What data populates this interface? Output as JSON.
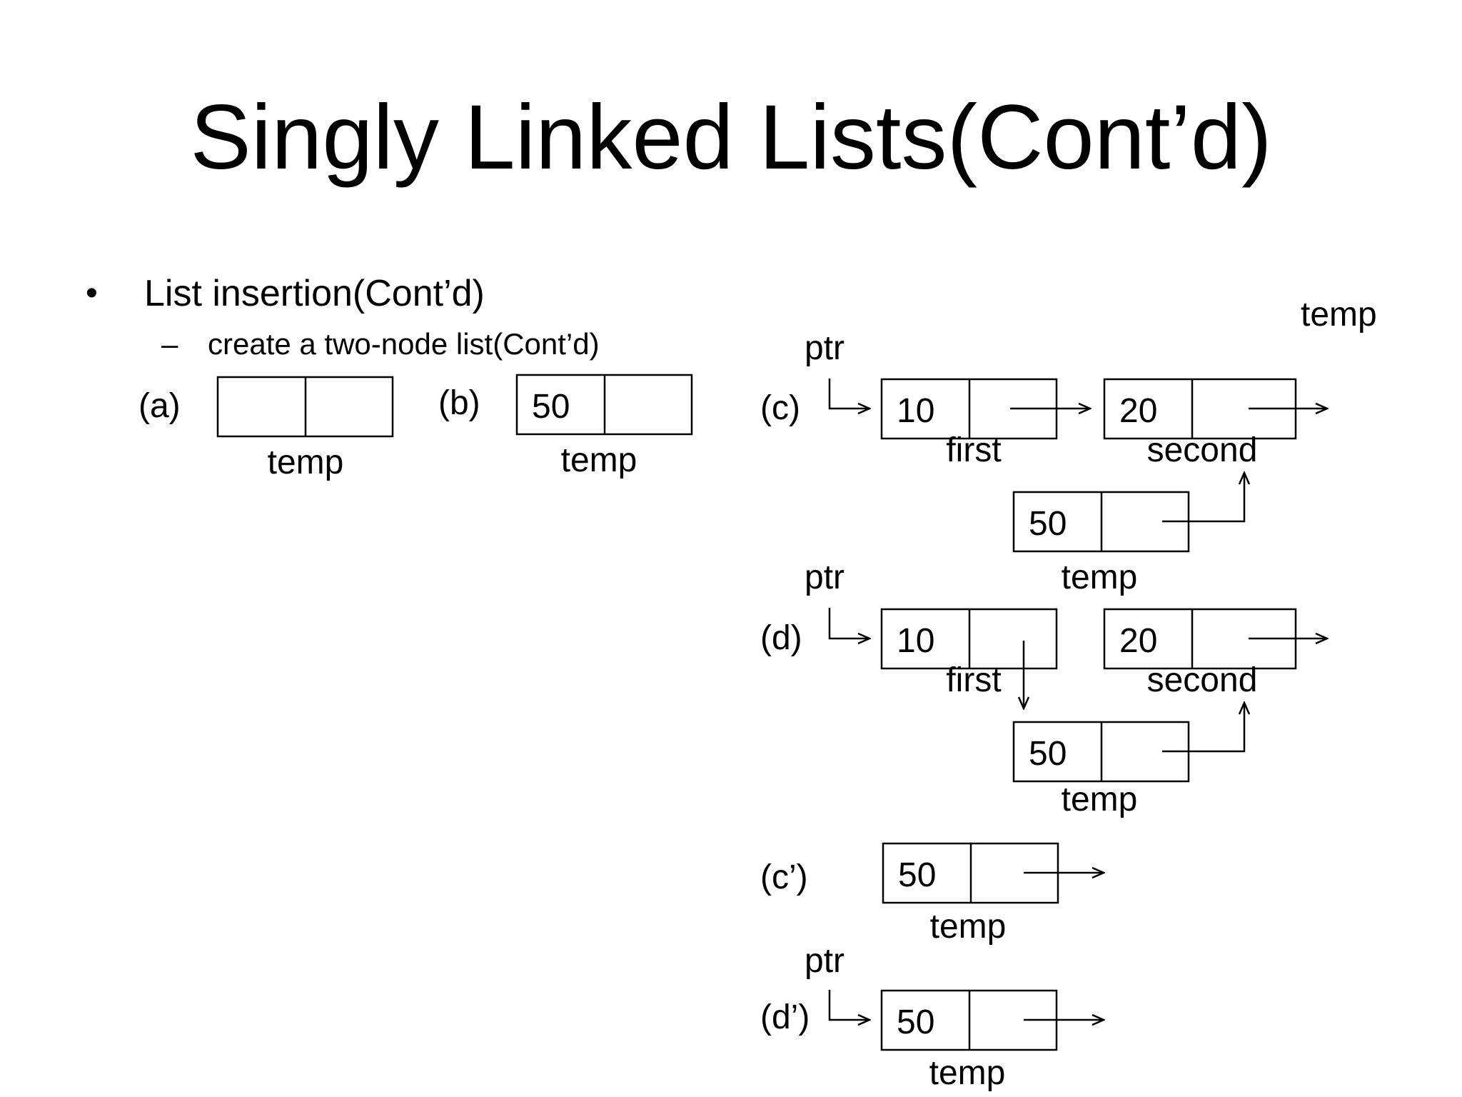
{
  "slide": {
    "title": "Singly Linked Lists(Cont’d)",
    "bullets": [
      {
        "marker": "•",
        "text": "List insertion(Cont’d)"
      },
      {
        "marker": "–",
        "text": "create a two-node list(Cont’d)"
      }
    ]
  },
  "diagram": {
    "parts": [
      {
        "id": "a",
        "label": "(a)",
        "nodes": [
          {
            "value": "",
            "name": "temp"
          }
        ]
      },
      {
        "id": "b",
        "label": "(b)",
        "nodes": [
          {
            "value": "50",
            "name": "temp"
          }
        ]
      },
      {
        "id": "c",
        "label": "(c)",
        "pointer": "ptr",
        "nodes": [
          {
            "value": "10",
            "name": "first"
          },
          {
            "value": "20",
            "name": "second"
          },
          {
            "value": "50",
            "name": "temp"
          }
        ]
      },
      {
        "id": "d",
        "label": "(d)",
        "pointer": "ptr",
        "nodes": [
          {
            "value": "10",
            "name": "first"
          },
          {
            "value": "20",
            "name": "second"
          },
          {
            "value": "50",
            "name": "temp"
          }
        ]
      },
      {
        "id": "c-prime",
        "label": "(c’)",
        "nodes": [
          {
            "value": "50",
            "name": "temp"
          }
        ]
      },
      {
        "id": "d-prime",
        "label": "(d’)",
        "pointer": "ptr",
        "nodes": [
          {
            "value": "50",
            "name": "temp"
          }
        ]
      }
    ],
    "floating_label": "temp"
  }
}
